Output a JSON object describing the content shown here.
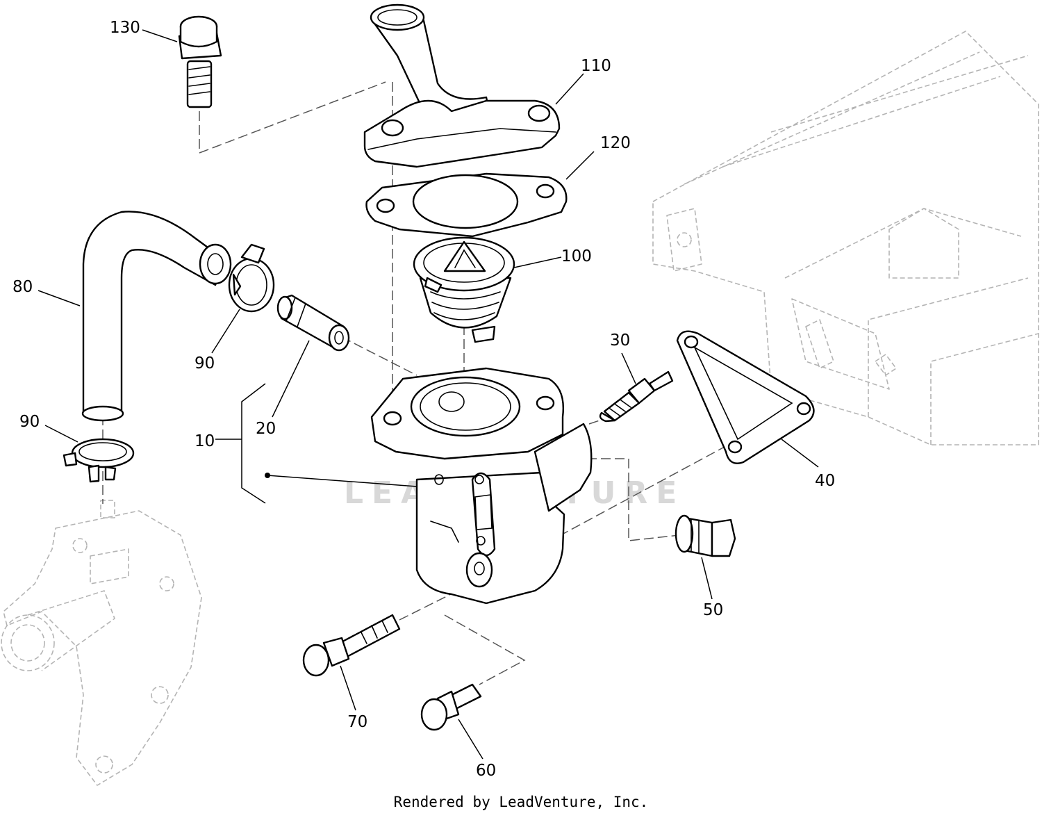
{
  "watermark": "LEADVENTURE",
  "credit": "Rendered by LeadVenture, Inc.",
  "colors": {
    "line": "#000000",
    "ghost": "#b4b4b4",
    "watermark": "#d8d8d8"
  },
  "callouts": {
    "c10": "10",
    "c20": "20",
    "c30": "30",
    "c40": "40",
    "c50": "50",
    "c60": "60",
    "c70": "70",
    "c80": "80",
    "c90a": "90",
    "c90b": "90",
    "c100": "100",
    "c110": "110",
    "c120": "120",
    "c130": "130"
  }
}
